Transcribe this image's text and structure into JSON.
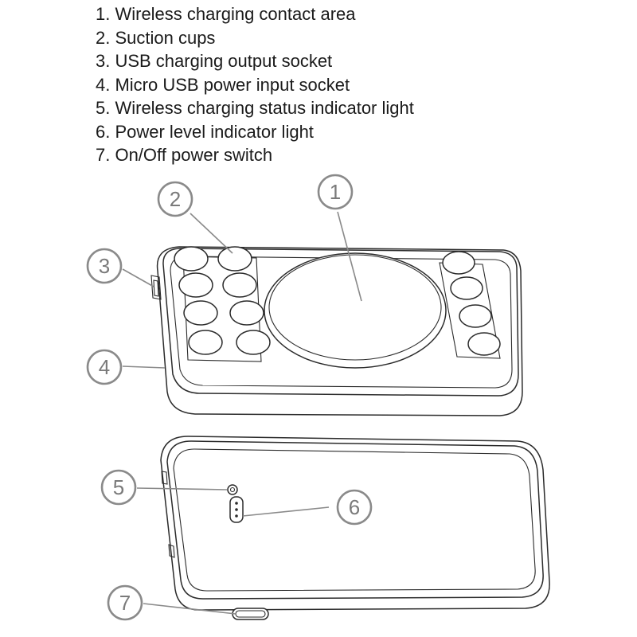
{
  "legend": [
    "1. Wireless charging contact area",
    "2. Suction cups",
    "3. USB charging output socket",
    "4. Micro USB power input socket",
    "5. Wireless charging status indicator light",
    "6. Power level indicator light",
    "7. On/Off power switch"
  ],
  "callouts": [
    "1",
    "2",
    "3",
    "4",
    "5",
    "6",
    "7"
  ]
}
